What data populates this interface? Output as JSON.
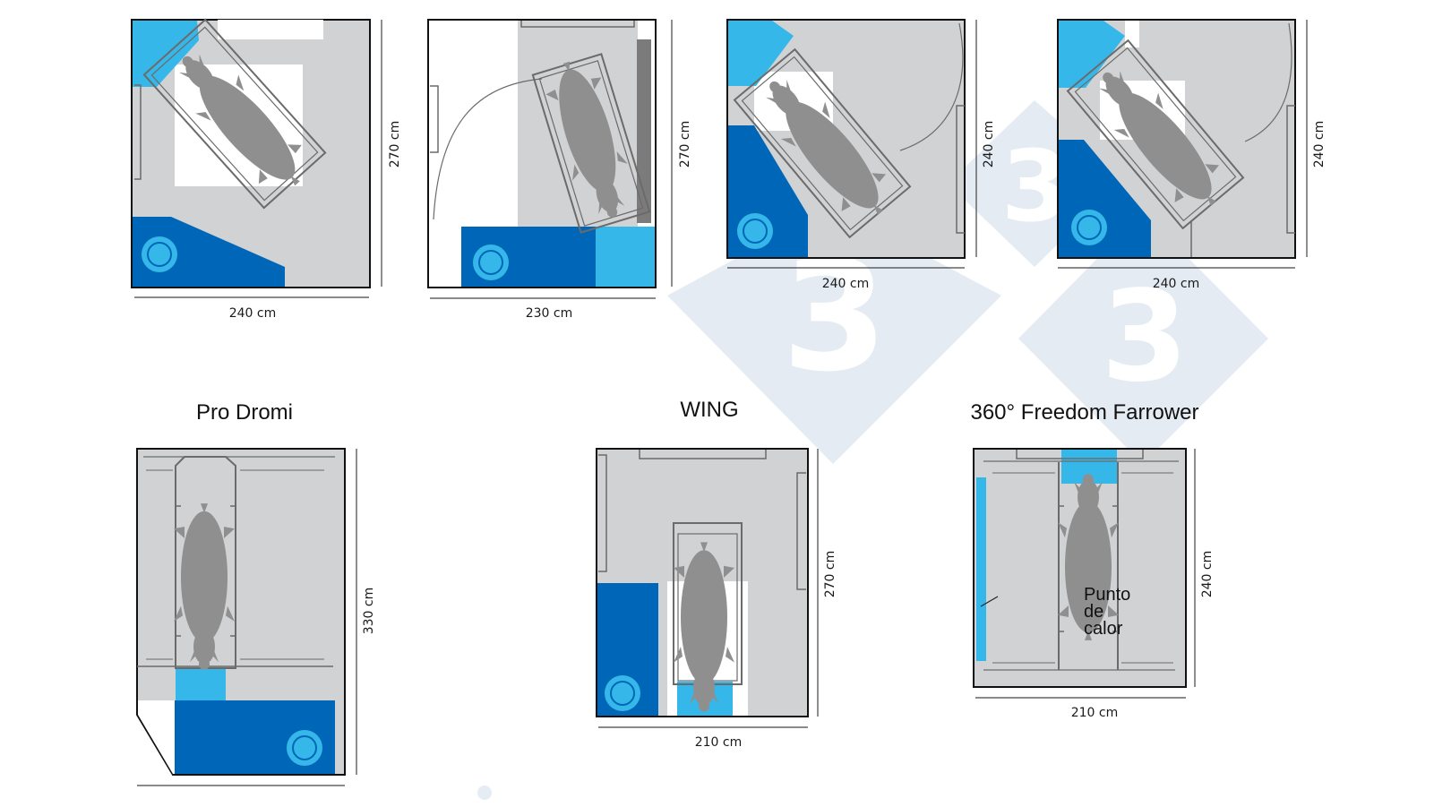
{
  "colors": {
    "pen_floor": "#d1d2d4",
    "dark_blue": "#0067b8",
    "light_blue": "#36b7ea",
    "sow": "#8f8f8f",
    "crate_frame": "#6b6b6b",
    "watermark": "#cfdbe9"
  },
  "pens": [
    {
      "id": "pen1",
      "title": "",
      "width_label": "240 cm",
      "height_label": "270 cm"
    },
    {
      "id": "pen2",
      "title": "",
      "width_label": "230 cm",
      "height_label": "270 cm"
    },
    {
      "id": "pen3",
      "title": "",
      "width_label": "240 cm",
      "height_label": "240 cm"
    },
    {
      "id": "pen4",
      "title": "",
      "width_label": "240 cm",
      "height_label": "240 cm"
    },
    {
      "id": "pen5",
      "title": "Pro Dromi",
      "width_label": "",
      "height_label": "330 cm"
    },
    {
      "id": "pen6",
      "title": "WING",
      "width_label": "210 cm",
      "height_label": "270 cm"
    },
    {
      "id": "pen7",
      "title": "360° Freedom Farrower",
      "width_label": "210 cm",
      "height_label": "240 cm",
      "heat_label_lines": [
        "Punto",
        "de",
        "calor"
      ]
    }
  ],
  "watermark": {
    "logo_text": "3",
    "icon": "diamond-logo-icon"
  }
}
